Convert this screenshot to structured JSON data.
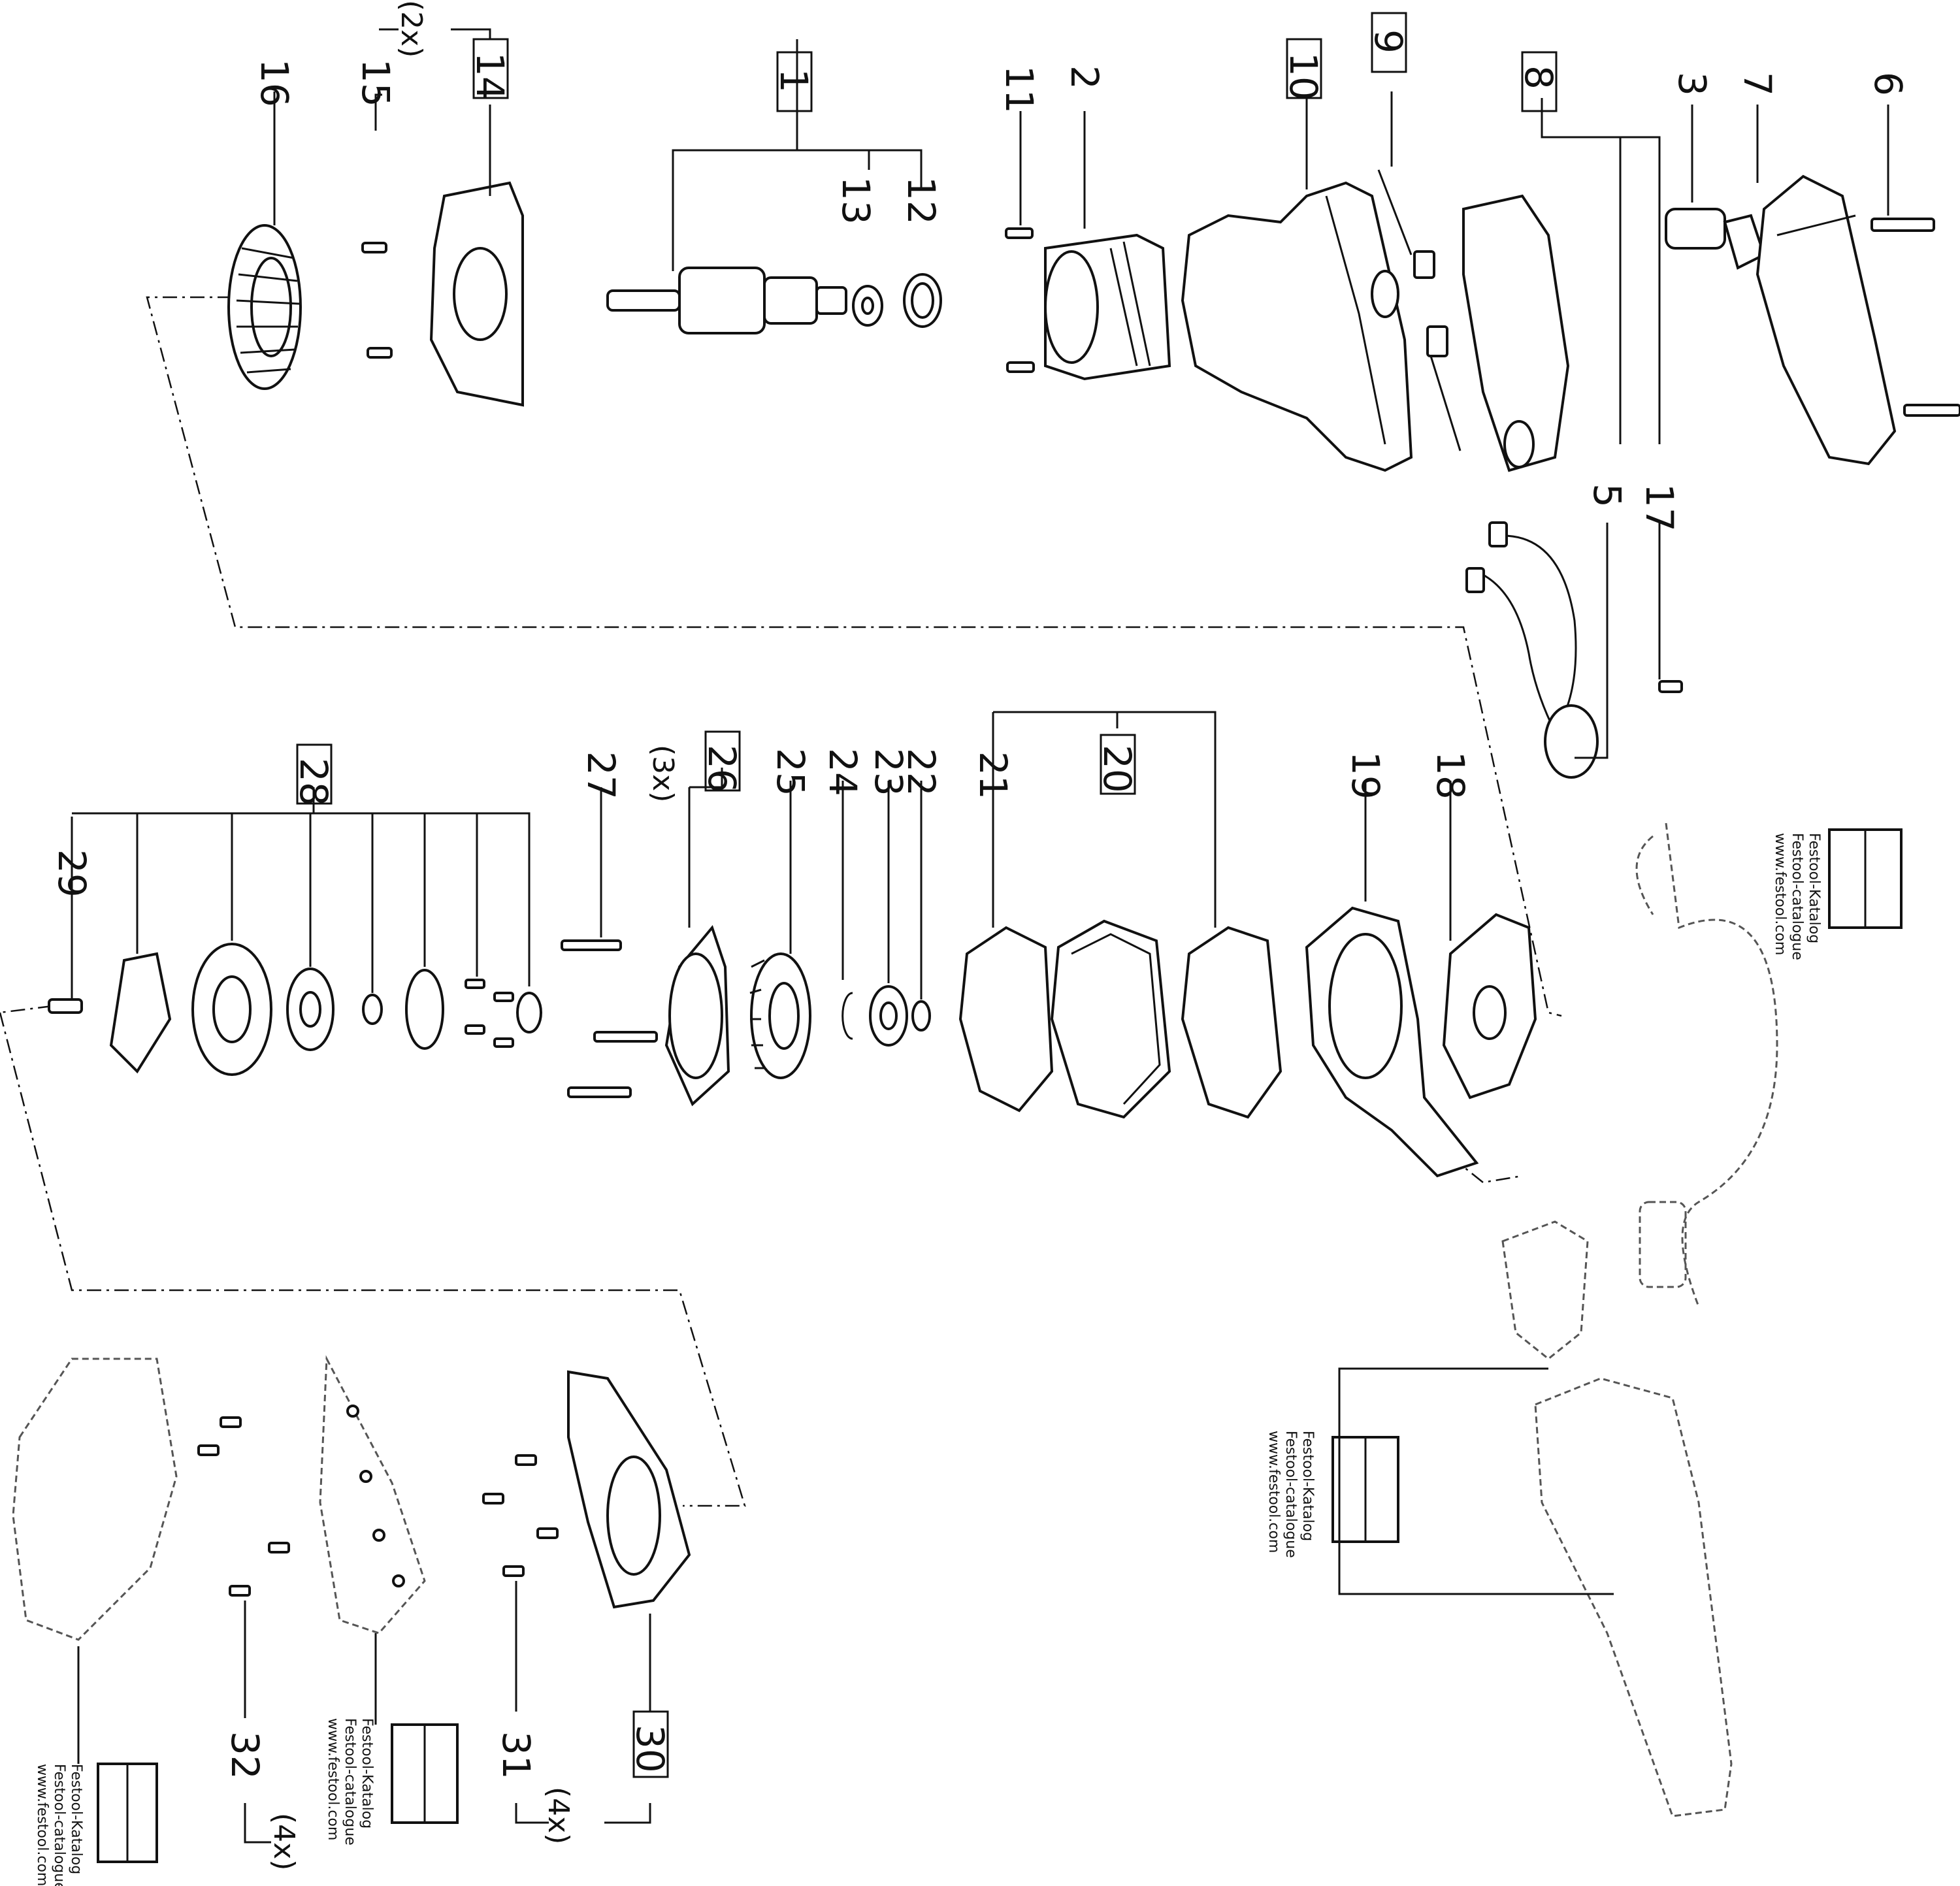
{
  "labels": {
    "p1": "1",
    "p2": "2",
    "p3": "3",
    "p5": "5",
    "p6": "6",
    "p7": "7",
    "p8": "8",
    "p9": "9",
    "p10": "10",
    "p11": "11",
    "p12": "12",
    "p13": "13",
    "p14": "14",
    "p15": "15",
    "p16": "16",
    "p17": "17",
    "p18": "18",
    "p19": "19",
    "p20": "20",
    "p21": "21",
    "p22": "22",
    "p23": "23",
    "p24": "24",
    "p25": "25",
    "p26": "26",
    "p27": "27",
    "p28": "28",
    "p29": "29",
    "p30": "30",
    "p31": "31",
    "p32": "32"
  },
  "quantities": {
    "q14": "(2x)",
    "q26": "(3x)",
    "q30": "(4x)",
    "q32": "(4x)"
  },
  "catalog": {
    "line1": "Festool-Katalog",
    "line2": "Festool-catalogue",
    "line3": "www.festool.com"
  },
  "boxed_labels": [
    "1",
    "8",
    "9",
    "10",
    "14",
    "20",
    "26",
    "28",
    "30"
  ]
}
